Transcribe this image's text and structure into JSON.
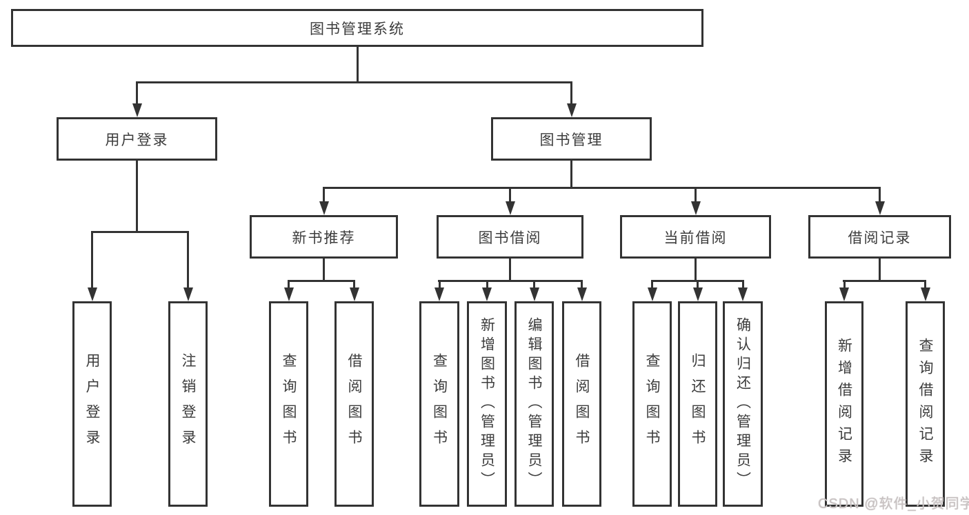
{
  "diagram_type": "hierarchy-tree",
  "watermark": "CSDN @软件_小贺同学",
  "colors": {
    "line": "#333333",
    "box_border": "#333333",
    "text": "#3c3c3c",
    "background": "#ffffff",
    "watermark": "#c9c3c3"
  },
  "tree": {
    "label": "图书管理系统",
    "children": [
      {
        "label": "用户登录",
        "children": [
          {
            "label": "用户登录"
          },
          {
            "label": "注销登录"
          }
        ]
      },
      {
        "label": "图书管理",
        "children": [
          {
            "label": "新书推荐",
            "children": [
              {
                "label": "查询图书"
              },
              {
                "label": "借阅图书"
              }
            ]
          },
          {
            "label": "图书借阅",
            "children": [
              {
                "label": "查询图书"
              },
              {
                "label": "新增图书（管理员）"
              },
              {
                "label": "编辑图书（管理员）"
              },
              {
                "label": "借阅图书"
              }
            ]
          },
          {
            "label": "当前借阅",
            "children": [
              {
                "label": "查询图书"
              },
              {
                "label": "归还图书"
              },
              {
                "label": "确认归还（管理员）"
              }
            ]
          },
          {
            "label": "借阅记录",
            "children": [
              {
                "label": "新增借阅记录"
              },
              {
                "label": "查询借阅记录"
              }
            ]
          }
        ]
      }
    ]
  }
}
